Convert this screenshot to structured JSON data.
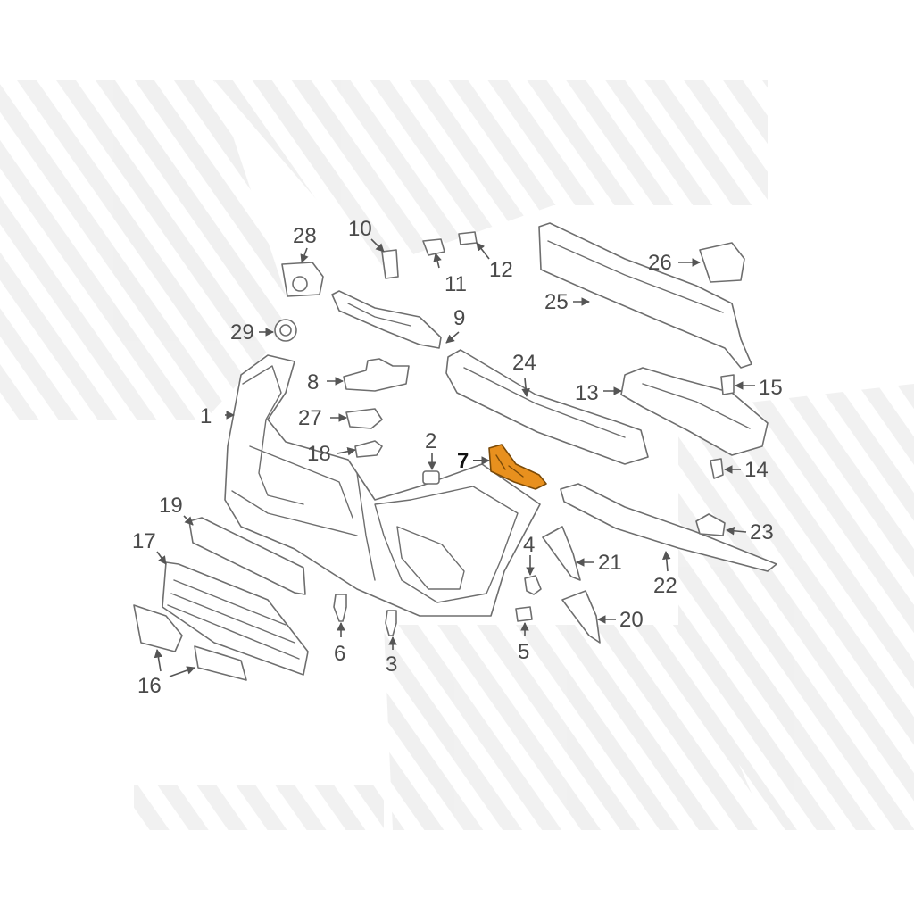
{
  "diagram": {
    "highlight_color": "#e8901e",
    "line_color": "#6e6e6e",
    "watermark_color": "#efefef",
    "highlighted_part": "7",
    "callouts": [
      "1",
      "2",
      "3",
      "4",
      "5",
      "6",
      "7",
      "8",
      "9",
      "10",
      "11",
      "12",
      "13",
      "14",
      "15",
      "16",
      "17",
      "18",
      "19",
      "20",
      "21",
      "22",
      "23",
      "24",
      "25",
      "26",
      "27",
      "28",
      "29"
    ]
  }
}
